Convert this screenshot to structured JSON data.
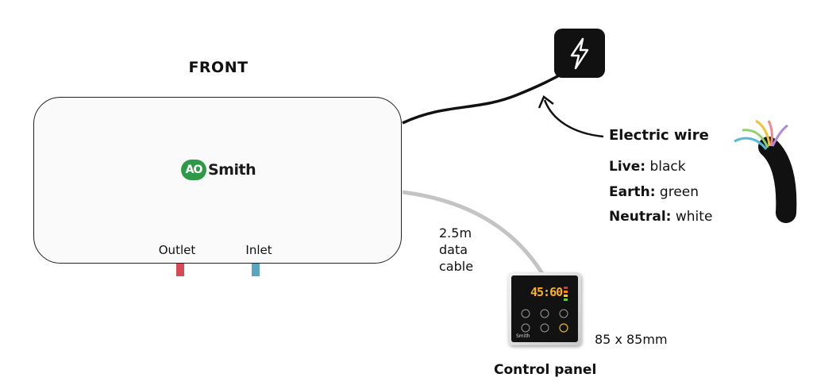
{
  "diagram": {
    "title": "FRONT",
    "unit": {
      "logo_badge": "AO",
      "logo_text": "Smith",
      "outlet_label": "Outlet",
      "inlet_label": "Inlet"
    },
    "power": {
      "icon": "lightning-bolt-icon"
    },
    "electric_wire": {
      "title": "Electric wire",
      "live_label": "Live:",
      "live_value": "black",
      "earth_label": "Earth:",
      "earth_value": "green",
      "neutral_label": "Neutral:",
      "neutral_value": "white"
    },
    "data_cable": {
      "line1": "2.5m",
      "line2": "data",
      "line3": "cable"
    },
    "control_panel": {
      "title": "Control panel",
      "size": "85 x 85mm",
      "display_value": "45:60",
      "brand": "Smith"
    },
    "colors": {
      "outlet": "#d64a55",
      "inlet": "#5aa5bf",
      "data_cable": "#c4c4c4",
      "wire": "#111111",
      "logo_green": "#2e9a47"
    }
  }
}
